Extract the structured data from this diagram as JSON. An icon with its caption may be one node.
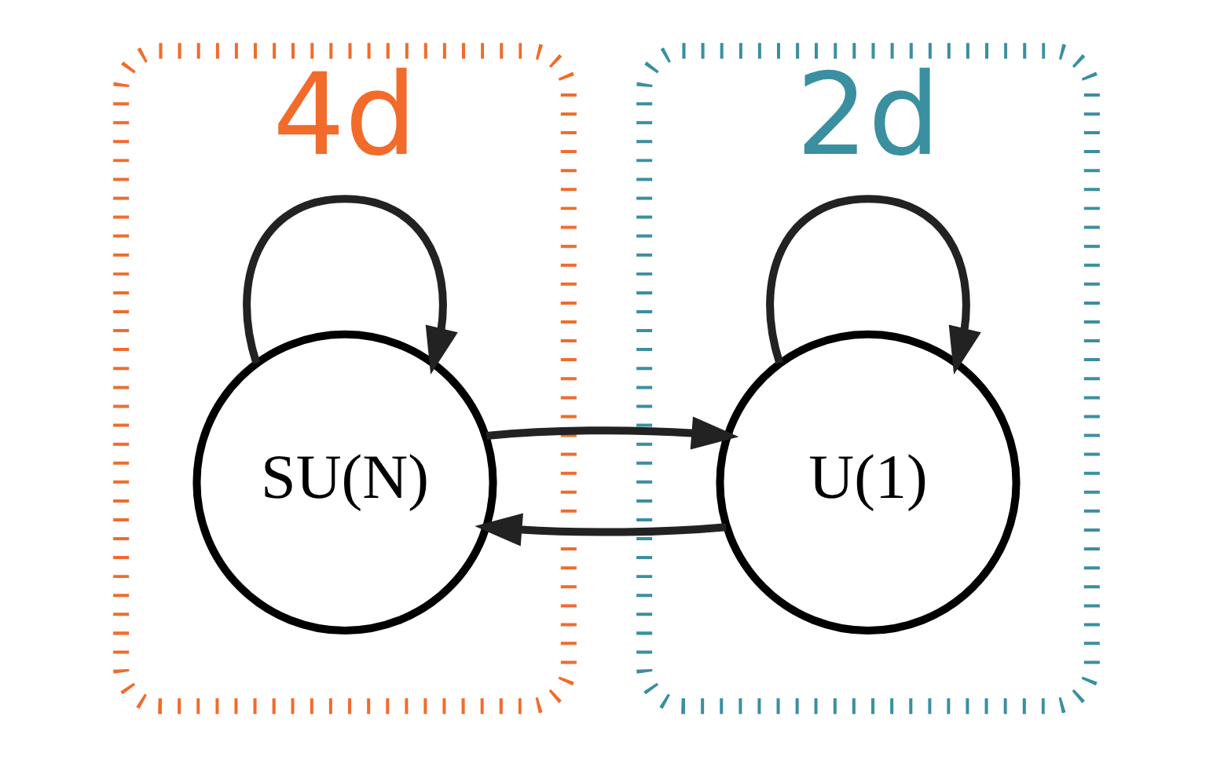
{
  "diagram": {
    "nodes": [
      {
        "text": [
          "4d"
        ]
      },
      {
        "text": [
          "SU(N)"
        ],
        "in": 0
      },
      {
        "text": [
          "2d"
        ]
      },
      {
        "text": [
          "U(1)"
        ],
        "in": 2
      }
    ],
    "edges": [
      {
        "from": 1,
        "to": 1,
        "arrow": "to"
      },
      {
        "from": 3,
        "to": 3,
        "arrow": "to"
      },
      {
        "from": 3,
        "to": 1,
        "arrow": "to"
      },
      {
        "from": 1,
        "to": 3,
        "arrow": "to"
      }
    ]
  }
}
